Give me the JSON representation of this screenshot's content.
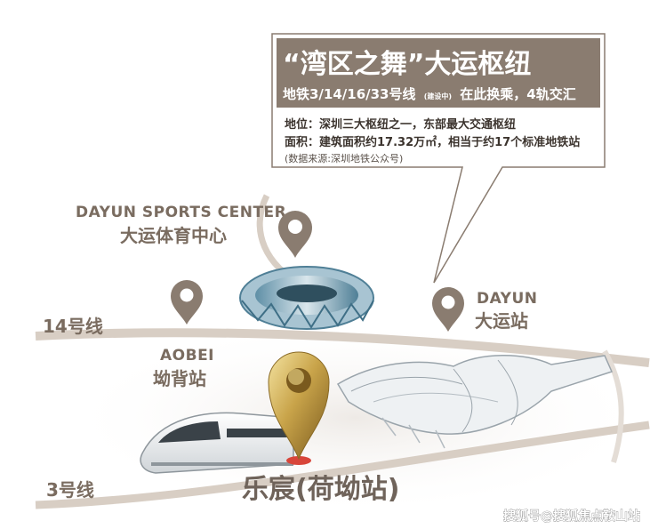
{
  "callout": {
    "title": "“湾区之舞”大运枢纽",
    "subtitle": "地铁3/14/16/33号线",
    "subtitle_small": "(建设中)",
    "subtitle_tail": "在此换乘，4轨交汇",
    "info_location": "地位：深圳三大枢纽之一，东部最大交通枢纽",
    "info_area": "面积：建筑面积约17.32万㎡，相当于约17个标准地铁站",
    "info_source": "(数据来源:深圳地铁公众号)"
  },
  "places": {
    "sports_center_en": "DAYUN SPORTS CENTER",
    "sports_center_cn": "大运体育中心",
    "dayun_en": "DAYUN",
    "dayun_cn": "大运站",
    "aobei_en": "AOBEI",
    "aobei_cn": "坳背站",
    "main_station": "乐宸(荷坳站)"
  },
  "lines": {
    "line14": "14号线",
    "line3": "3号线"
  },
  "watermark": "搜狐号@搜狐焦点鞍山站",
  "colors": {
    "brand_brown": "#8a7c70",
    "label_brown": "#7a6c60",
    "route": "#d8cec4",
    "gold": "#c9a44a",
    "pin_red": "#d8453a"
  }
}
